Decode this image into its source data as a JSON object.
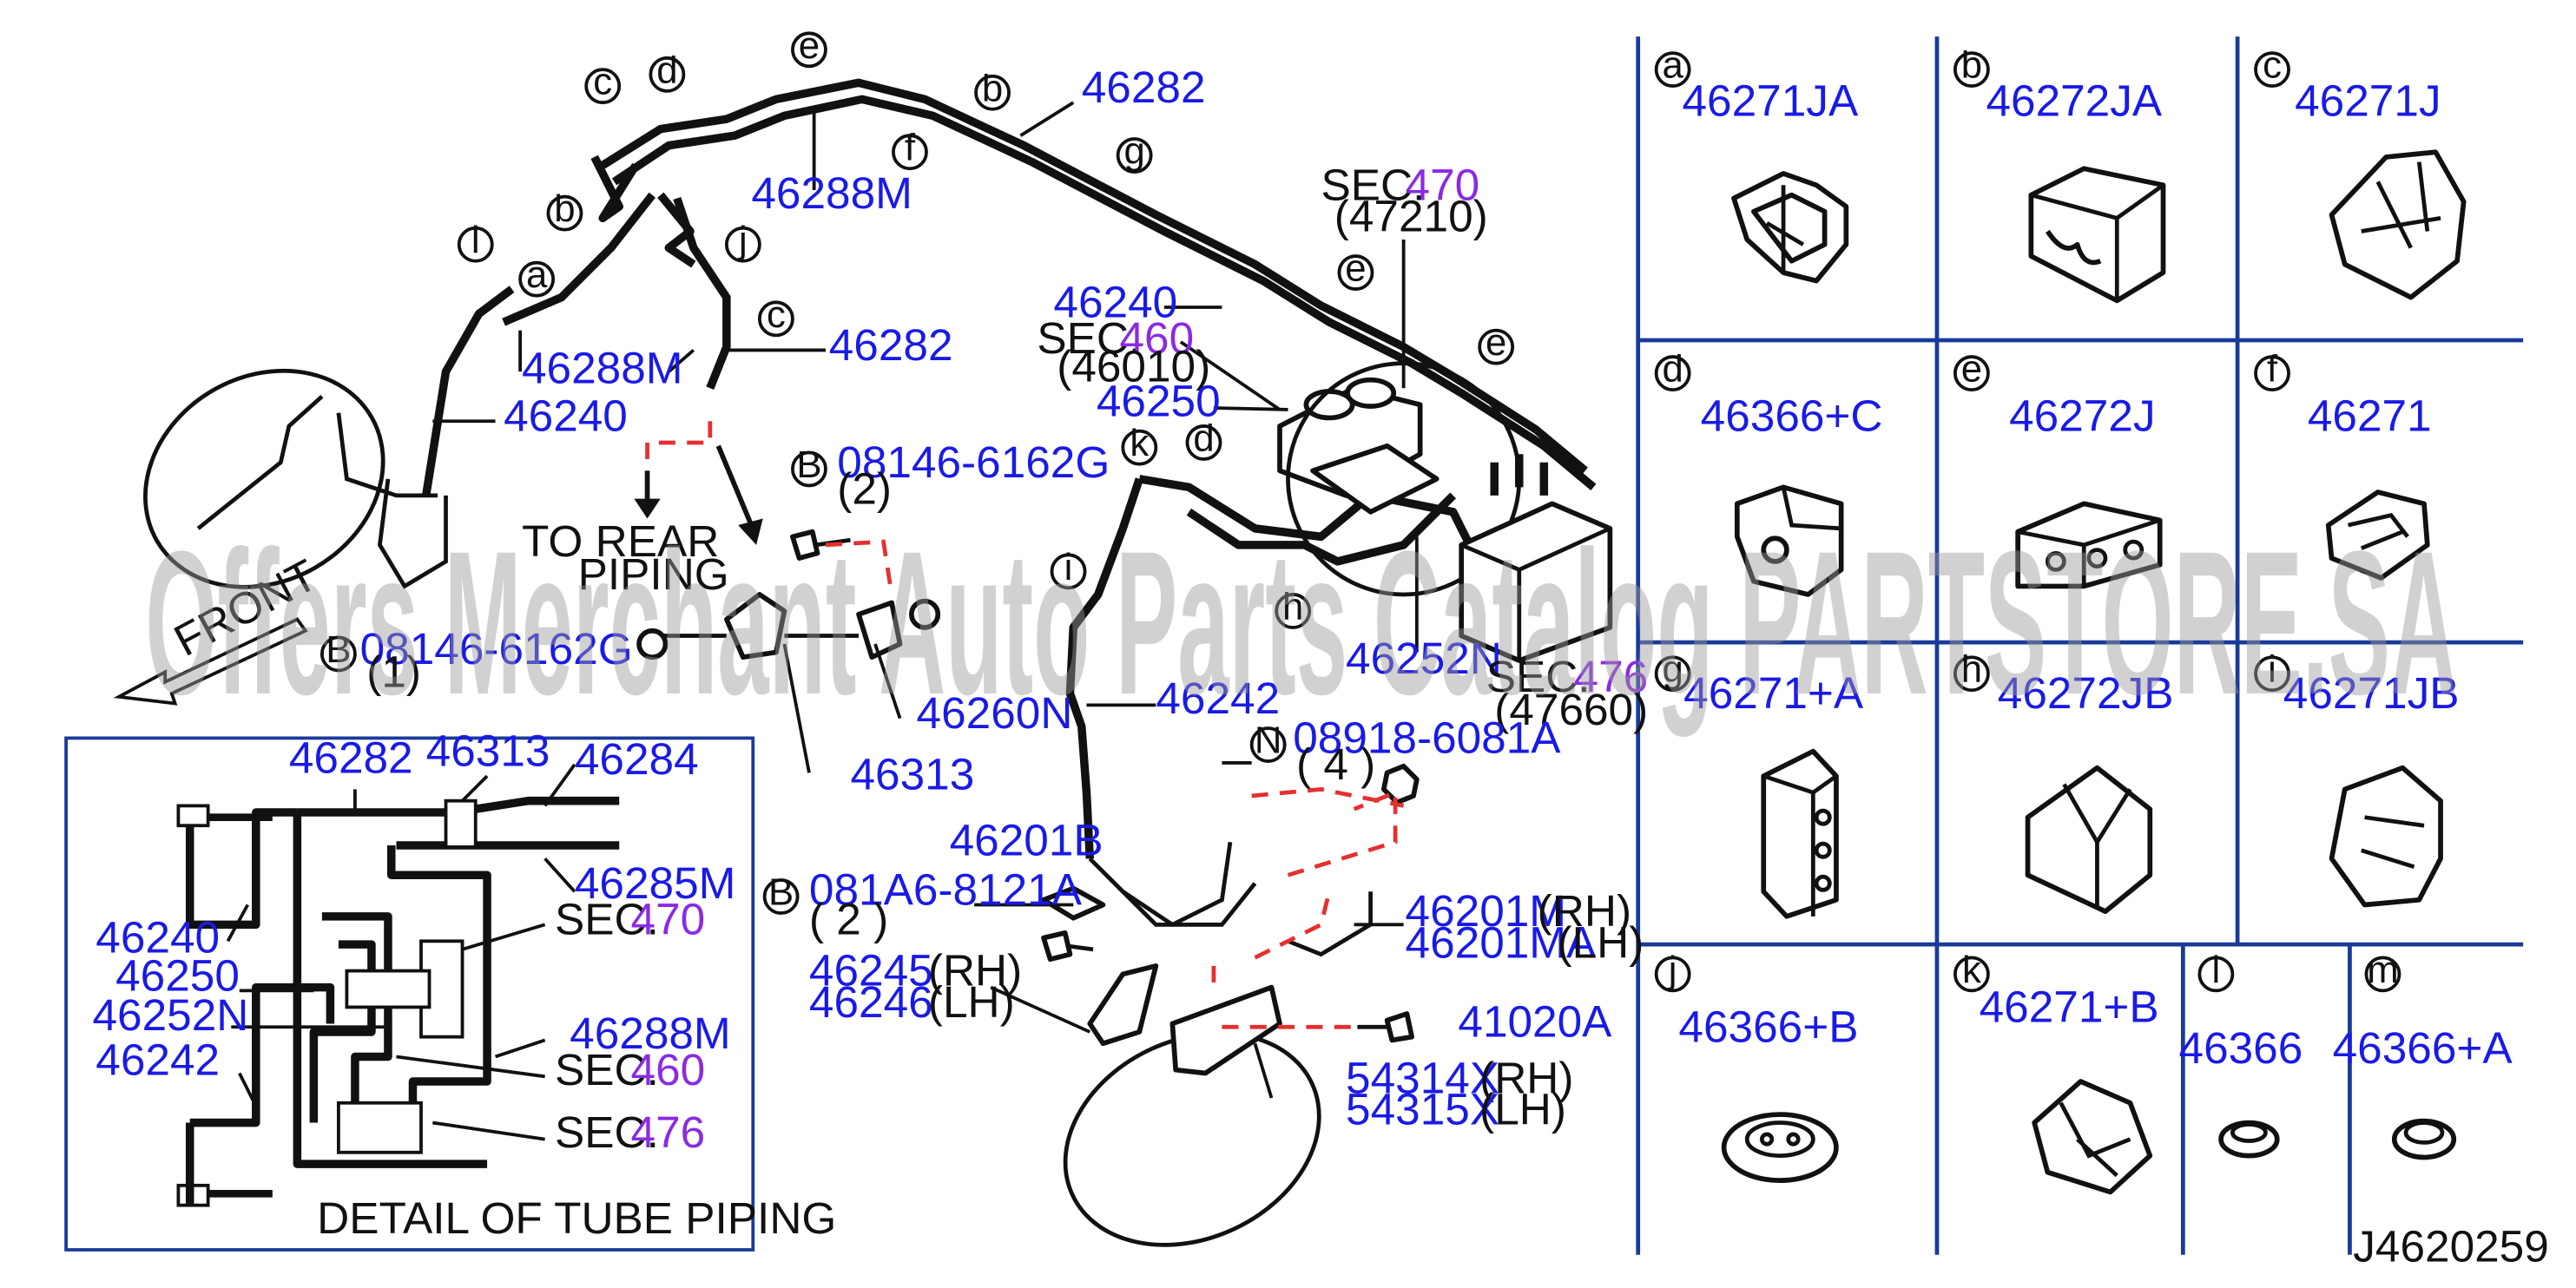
{
  "watermark": "Offers Merchant Auto Parts Catalog PARTSTORE.SA",
  "diagram_id": "J4620259",
  "main_labels": {
    "p46282_top": "46282",
    "p46288M_top": "46288M",
    "p46240_a": "46240",
    "p46288M_left": "46288M",
    "p46240_left": "46240",
    "p46282_mid": "46282",
    "p46240_center": "46240",
    "sec460": "SEC.",
    "sec460_num": "460",
    "sec460_code": "(46010)",
    "p46250": "46250",
    "sec470": "SEC.",
    "sec470_num": "470",
    "sec470_code": "(47210)",
    "bolt_b1_code": "08146-6162G",
    "bolt_b1_qty": "(2)",
    "to_rear_1": "TO   REAR",
    "to_rear_2": "PIPING",
    "front": "FRONT",
    "bolt_b_left_code": "08146-6162G",
    "bolt_b_left_qty": "(1)",
    "p46260N": "46260N",
    "p46313": "46313",
    "p46252N": "46252N",
    "sec476": "SEC.",
    "sec476_num": "476",
    "sec476_code": "(47660)",
    "p46242": "46242",
    "nut_code": "08918-6081A",
    "nut_qty": "( 4 )",
    "p46201B": "46201B",
    "bolt_b2_code": "081A6-8121A",
    "bolt_b2_qty": "( 2 )",
    "p46201M": "46201M",
    "p46201M_side": "(RH)",
    "p46201MA": "46201MA",
    "p46201MA_side": "(LH)",
    "p46245": "46245",
    "p46245_side": "(RH)",
    "p46246": "46246",
    "p46246_side": "(LH)",
    "p41020A": "41020A",
    "p54314X": "54314X",
    "p54314X_side": "(RH)",
    "p54315X": "54315X",
    "p54315X_side": "(LH)"
  },
  "callouts": [
    "a",
    "b",
    "c",
    "d",
    "e",
    "f",
    "g",
    "h",
    "i",
    "j",
    "k",
    "l",
    "B",
    "N"
  ],
  "detail": {
    "title": "DETAIL   OF   TUBE   PIPING",
    "p46282": "46282",
    "p46313": "46313",
    "p46284": "46284",
    "p46285M": "46285M",
    "p46240": "46240",
    "p46250": "46250",
    "p46252N": "46252N",
    "p46242": "46242",
    "p46288M": "46288M",
    "sec": "SEC.",
    "sec470": "470",
    "sec460": "460",
    "sec476": "476"
  },
  "parts_grid": [
    {
      "letter": "a",
      "part": "46271JA"
    },
    {
      "letter": "b",
      "part": "46272JA"
    },
    {
      "letter": "c",
      "part": "46271J"
    },
    {
      "letter": "d",
      "part": "46366+C"
    },
    {
      "letter": "e",
      "part": "46272J"
    },
    {
      "letter": "f",
      "part": "46271"
    },
    {
      "letter": "g",
      "part": "46271+A"
    },
    {
      "letter": "h",
      "part": "46272JB"
    },
    {
      "letter": "i",
      "part": "46271JB"
    },
    {
      "letter": "j",
      "part": "46366+B"
    },
    {
      "letter": "k",
      "part": "46271+B"
    },
    {
      "letter": "l",
      "part": "46366"
    },
    {
      "letter": "m",
      "part": "46366+A"
    }
  ],
  "colors": {
    "part_number": "#1a1ae6",
    "section_number": "#8a2be2",
    "grid": "#1a3a9a",
    "connector": "#e53030"
  }
}
